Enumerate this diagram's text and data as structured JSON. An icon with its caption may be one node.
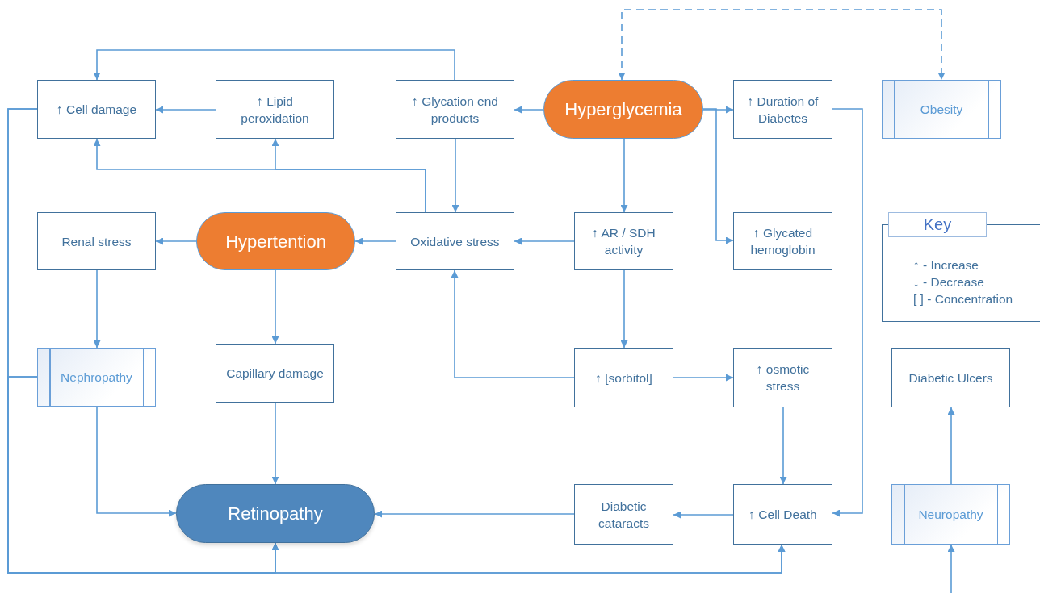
{
  "diagram": {
    "nodes": [
      {
        "text": [
          "↑ Cell damage"
        ]
      },
      {
        "text": [
          "↑ Lipid peroxidation"
        ]
      },
      {
        "text": [
          "↑ Glycation end products"
        ]
      },
      {
        "text": [
          "Hyperglycemia"
        ]
      },
      {
        "text": [
          "↑ Duration of Diabetes"
        ]
      },
      {
        "text": [
          "Obesity"
        ]
      },
      {
        "text": [
          "Renal stress"
        ]
      },
      {
        "text": [
          "Hypertention"
        ]
      },
      {
        "text": [
          "Oxidative stress"
        ]
      },
      {
        "text": [
          "↑ AR / SDH activity"
        ]
      },
      {
        "text": [
          "↑ Glycated hemoglobin"
        ]
      },
      {
        "text": [
          "Nephropathy"
        ]
      },
      {
        "text": [
          "Capillary damage"
        ]
      },
      {
        "text": [
          "↑ [sorbitol]"
        ]
      },
      {
        "text": [
          "↑ osmotic stress"
        ]
      },
      {
        "text": [
          "Diabetic Ulcers"
        ]
      },
      {
        "text": [
          "Retinopathy"
        ]
      },
      {
        "text": [
          "Diabetic cataracts"
        ]
      },
      {
        "text": [
          "↑ Cell Death"
        ]
      },
      {
        "text": [
          "Neuropathy"
        ]
      }
    ],
    "edges": [
      {
        "from": 3,
        "to": 5,
        "arrow": "both",
        "style": "dashed"
      },
      {
        "from": 2,
        "to": 0,
        "arrow": "to"
      },
      {
        "from": 1,
        "to": 0,
        "arrow": "to"
      },
      {
        "from": 3,
        "to": 2,
        "arrow": "to"
      },
      {
        "from": 3,
        "to": 4,
        "arrow": "to"
      },
      {
        "from": 3,
        "to": 10,
        "arrow": "to"
      },
      {
        "from": 3,
        "to": 9,
        "arrow": "to"
      },
      {
        "from": 2,
        "to": 8,
        "arrow": "to"
      },
      {
        "from": 8,
        "to": 0,
        "arrow": "to"
      },
      {
        "from": 8,
        "to": 1,
        "arrow": "to"
      },
      {
        "from": 8,
        "to": 7,
        "arrow": "to"
      },
      {
        "from": 7,
        "to": 6,
        "arrow": "to"
      },
      {
        "from": 9,
        "to": 8,
        "arrow": "to"
      },
      {
        "from": 9,
        "to": 13,
        "arrow": "to"
      },
      {
        "from": 13,
        "to": 8,
        "arrow": "to"
      },
      {
        "from": 13,
        "to": 14,
        "arrow": "to"
      },
      {
        "from": 6,
        "to": 11,
        "arrow": "to"
      },
      {
        "from": 7,
        "to": 12,
        "arrow": "to"
      },
      {
        "from": 12,
        "to": 16,
        "arrow": "to"
      },
      {
        "from": 11,
        "to": 16,
        "arrow": "to"
      },
      {
        "from": 14,
        "to": 18,
        "arrow": "to"
      },
      {
        "from": 4,
        "to": 18,
        "arrow": "to"
      },
      {
        "from": 18,
        "to": 17,
        "arrow": "to"
      },
      {
        "from": 17,
        "to": 16,
        "arrow": "to"
      },
      {
        "from": 0,
        "to": 16,
        "arrow": "to"
      },
      {
        "from": 0,
        "to": 18,
        "arrow": "to"
      },
      {
        "from": 11,
        "to": 16,
        "arrow": "to"
      },
      {
        "from": 11,
        "to": 18,
        "arrow": "to"
      },
      {
        "from": null,
        "to": 19,
        "arrow": "to"
      },
      {
        "from": 19,
        "to": 15,
        "arrow": "to"
      }
    ],
    "labels": [
      "Key"
    ],
    "legend": [
      {
        "text": "↑ - Increase"
      },
      {
        "text": "↓ - Decrease"
      },
      {
        "text": "[ ] - Concentration"
      }
    ]
  }
}
